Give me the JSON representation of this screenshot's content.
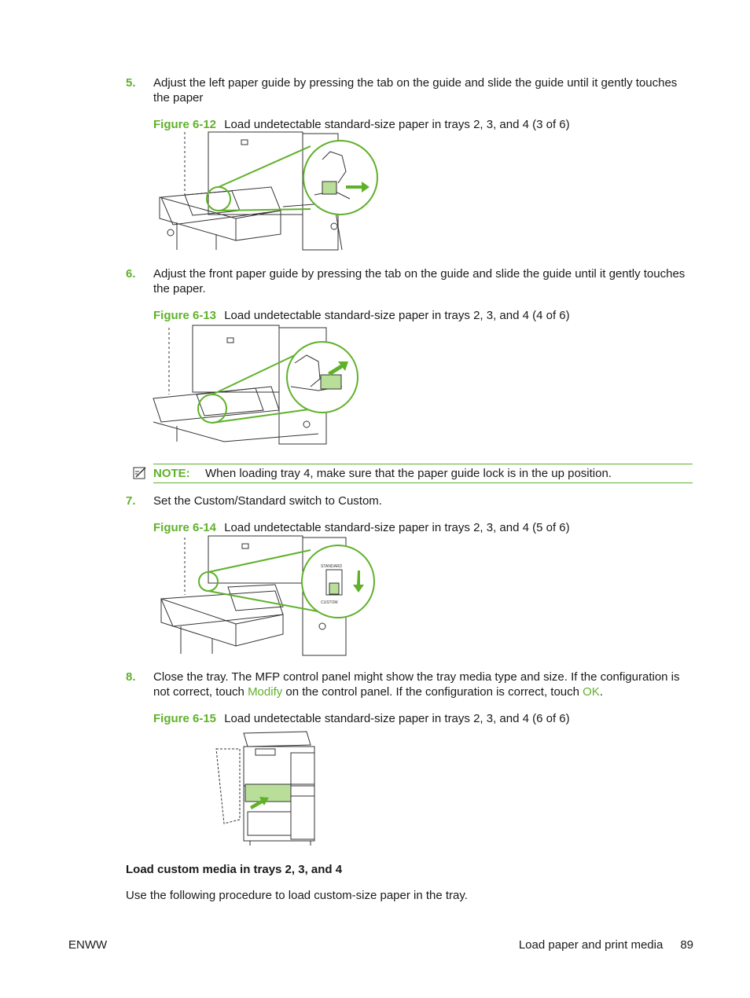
{
  "steps": [
    {
      "number": "5.",
      "text": "Adjust the left paper guide by pressing the tab on the guide and slide the guide until it gently touches the paper"
    },
    {
      "number": "6.",
      "text": "Adjust the front paper guide by pressing the tab on the guide and slide the guide until it gently touches the paper."
    },
    {
      "number": "7.",
      "text": "Set the Custom/Standard switch to Custom."
    },
    {
      "number": "8.",
      "text_before": "Close the tray. The MFP control panel might show the tray media type and size. If the configuration is not correct, touch ",
      "link1": "Modify",
      "text_middle": " on the control panel. If the configuration is correct, touch ",
      "link2": "OK",
      "text_after": "."
    }
  ],
  "figures": [
    {
      "label": "Figure 6-12",
      "caption": "Load undetectable standard-size paper in trays 2, 3, and 4 (3 of 6)"
    },
    {
      "label": "Figure 6-13",
      "caption": "Load undetectable standard-size paper in trays 2, 3, and 4 (4 of 6)"
    },
    {
      "label": "Figure 6-14",
      "caption": "Load undetectable standard-size paper in trays 2, 3, and 4 (5 of 6)",
      "switch_top": "STANDARD",
      "switch_bottom": "CUSTOM"
    },
    {
      "label": "Figure 6-15",
      "caption": "Load undetectable standard-size paper in trays 2, 3, and 4 (6 of 6)"
    }
  ],
  "note": {
    "label": "NOTE:",
    "text": "When loading tray 4, make sure that the paper guide lock is in the up position."
  },
  "section": {
    "heading": "Load custom media in trays 2, 3, and 4",
    "intro": "Use the following procedure to load custom-size paper in the tray."
  },
  "footer": {
    "left": "ENWW",
    "title": "Load paper and print media",
    "page": "89"
  },
  "colors": {
    "accent": "#5fb12a",
    "text": "#1a1a1a"
  }
}
